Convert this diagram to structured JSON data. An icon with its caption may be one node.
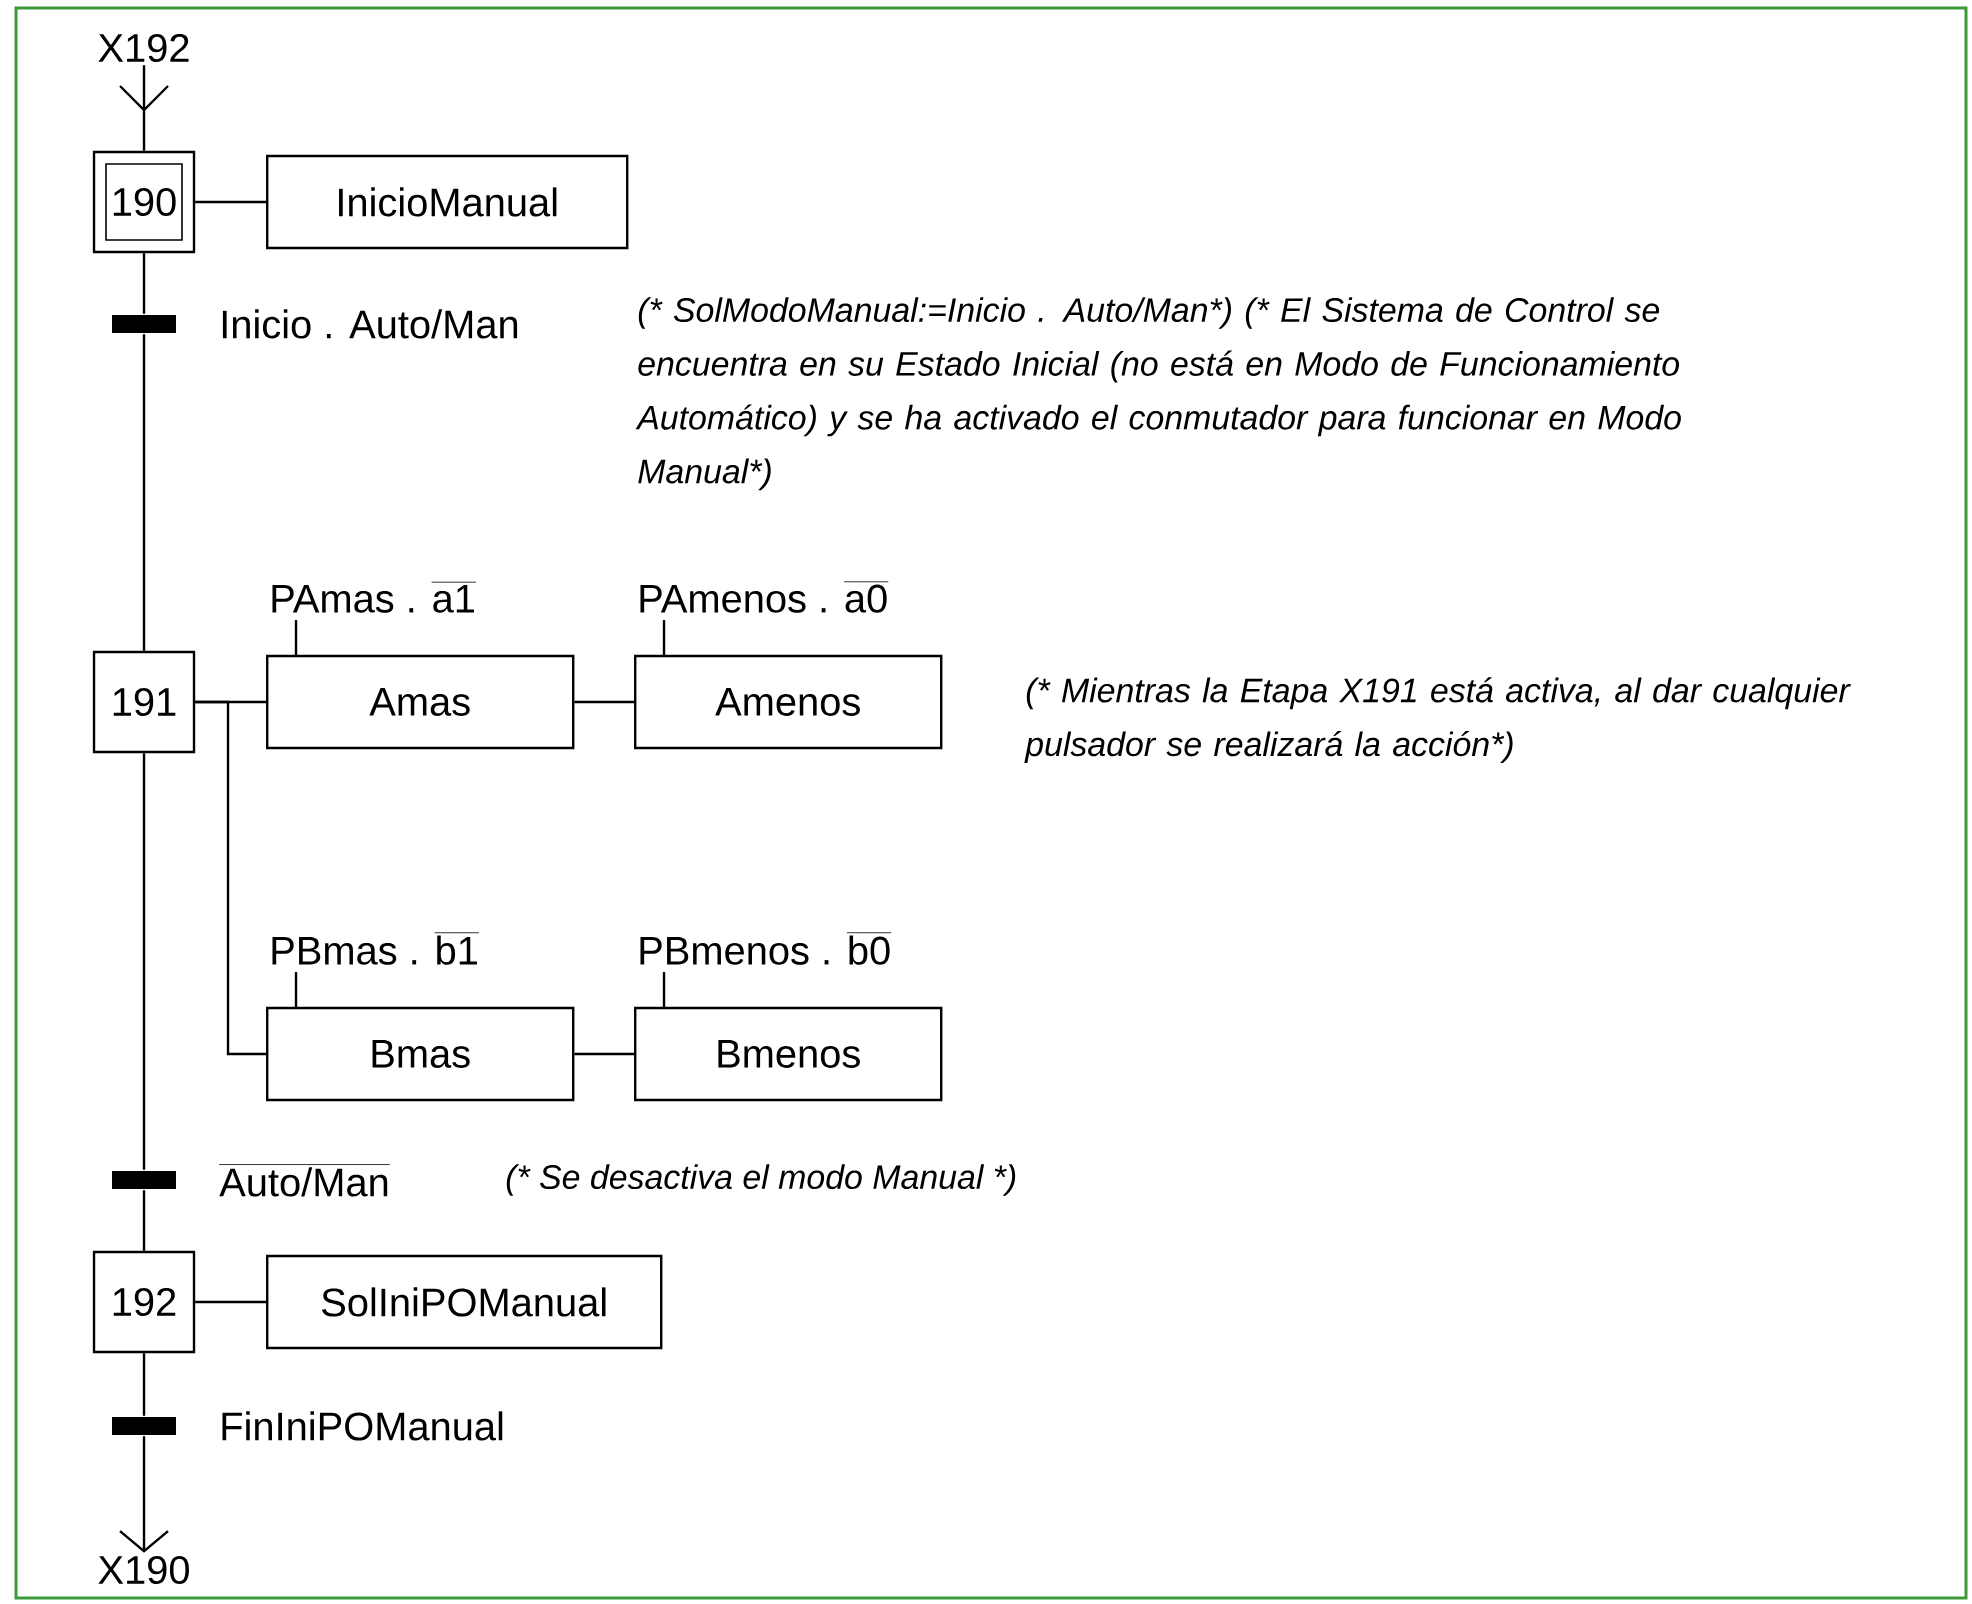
{
  "diagram": {
    "nodes": [
      {
        "text": [
          "X192"
        ]
      },
      {
        "text": [
          "190"
        ]
      },
      {
        "text": [
          "InicioManual"
        ]
      },
      {
        "text": [],
        "shape": "bar",
        "beside": [
          "Inicio . Auto/Man"
        ]
      },
      {
        "text": [
          "191"
        ]
      },
      {
        "text": [
          "Amas"
        ],
        "beside": [
          "\\mbox{PAmas . }\\overline{\\mbox{a1}}"
        ]
      },
      {
        "text": [
          "Amenos"
        ],
        "beside": [
          "\\mbox{PAmenos . }\\overline{\\mbox{a0}}"
        ]
      },
      {
        "text": [
          "Bmas"
        ],
        "beside": [
          "\\mbox{PBmas . }\\overline{\\mbox{b1}}"
        ]
      },
      {
        "text": [
          "Bmenos"
        ],
        "beside": [
          "\\mbox{PBmenos . }\\overline{\\mbox{b0}}"
        ]
      },
      {
        "text": [],
        "shape": "bar",
        "beside": [
          "\\overline{\\mbox{Auto/Man}}"
        ]
      },
      {
        "text": [
          "192"
        ]
      },
      {
        "text": [
          "SolIniPOManual"
        ]
      },
      {
        "text": [],
        "shape": "bar",
        "beside": [
          "FinIniPOManual"
        ]
      },
      {
        "text": [
          "X190"
        ]
      }
    ],
    "edges": [
      {
        "from": 0,
        "to": 1,
        "arrow": "to"
      },
      {
        "from": 1,
        "to": 2,
        "arrow": "none"
      },
      {
        "from": 1,
        "to": 3,
        "arrow": "none"
      },
      {
        "from": 3,
        "to": 4,
        "arrow": "none"
      },
      {
        "from": 4,
        "to": 5,
        "arrow": "none"
      },
      {
        "from": 4,
        "to": 7,
        "arrow": "none"
      },
      {
        "from": 5,
        "to": 6,
        "arrow": "none"
      },
      {
        "from": 7,
        "to": 8,
        "arrow": "none"
      },
      {
        "from": 4,
        "to": 9,
        "arrow": "none"
      },
      {
        "from": 9,
        "to": 10,
        "arrow": "none"
      },
      {
        "from": 10,
        "to": 11,
        "arrow": "none"
      },
      {
        "from": 10,
        "to": 12,
        "arrow": "none"
      },
      {
        "from": 12,
        "to": 13,
        "arrow": "to"
      }
    ],
    "labels": [
      "(* SolModoManual:=Inicio . Auto/Man*) (* El Sistema de Control se encuentra en su Estado Inicial (no está en Modo de Funcionamiento Automático) y se ha activado el conmutador para funcionar en Modo Manual*)",
      "(* Mientras la Etapa X191 está activa, al dar cualquier pulsador se realizará la acción*)",
      "(* Se desactiva el modo Manual *)"
    ]
  }
}
